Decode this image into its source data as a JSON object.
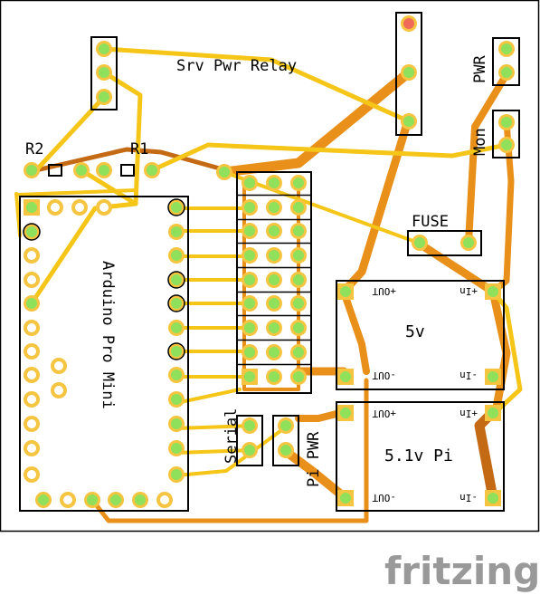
{
  "labels": {
    "relay": "Srv Pwr Relay",
    "r2": "R2",
    "r1": "R1",
    "pwr": "PWR",
    "mon": "Mon",
    "fuse": "FUSE",
    "arduino": "Arduino Pro Mini",
    "serial": "Serial",
    "pi_pwr": "Pi PWR",
    "reg_top": "5v",
    "reg_bottom": "5.1v Pi",
    "out_plus": "+OUT",
    "out_minus": "-OUT",
    "in_plus": "+In",
    "in_minus": "-In"
  },
  "watermark": "fritzing",
  "colors": {
    "trace_top": "#f5c518",
    "trace_bottom": "#e8901a",
    "trace_dark": "#c46a15",
    "pad_ring": "#f5c542",
    "pad_fill": "#8fe05a",
    "outline": "#000000",
    "highlight_pad": "#f06a5a"
  }
}
